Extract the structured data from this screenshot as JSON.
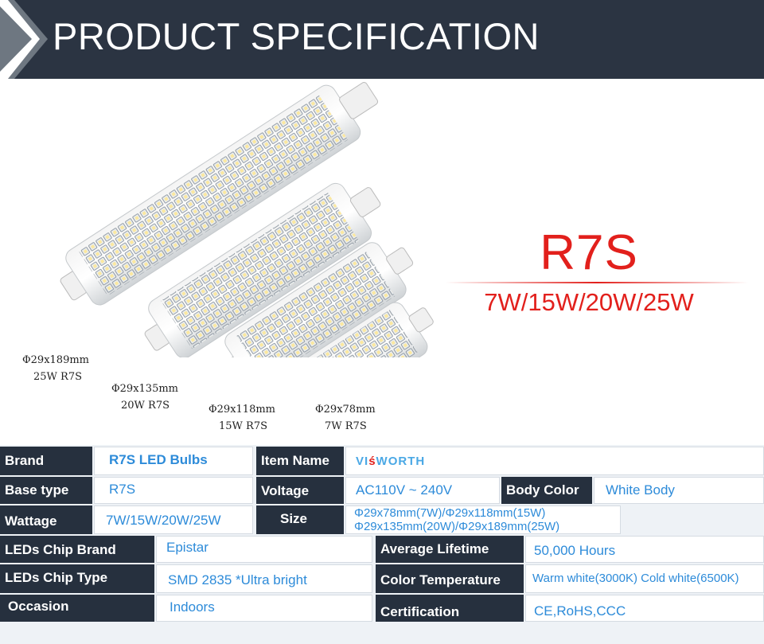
{
  "header": {
    "title": "PRODUCT SPECIFICATION"
  },
  "hero": {
    "model": "R7S",
    "wattages": "7W/15W/20W/25W"
  },
  "bulbs": [
    {
      "size": "Φ29x189mm",
      "spec": "25W R7S"
    },
    {
      "size": "Φ29x135mm",
      "spec": "20W R7S"
    },
    {
      "size": "Φ29x118mm",
      "spec": "15W R7S"
    },
    {
      "size": "Φ29x78mm",
      "spec": "7W R7S"
    }
  ],
  "spec": {
    "brand_label": "Brand",
    "brand_value": "R7S LED Bulbs",
    "item_name_label": "Item Name",
    "item_name_logo_a": "VI",
    "item_name_logo_b": "WORTH",
    "base_type_label": "Base type",
    "base_type_value": "R7S",
    "voltage_label": "Voltage",
    "voltage_value": "AC110V ~ 240V",
    "body_color_label": "Body Color",
    "body_color_value": "White Body",
    "wattage_label": "Wattage",
    "wattage_value": "7W/15W/20W/25W",
    "size_label": "Size",
    "size_value_1": "Φ29x78mm(7W)/Φ29x118mm(15W)",
    "size_value_2": "Φ29x135mm(20W)/Φ29x189mm(25W)",
    "chip_brand_label": "LEDs Chip Brand",
    "chip_brand_value": "Epistar",
    "lifetime_label": "Average Lifetime",
    "lifetime_value": "50,000 Hours",
    "chip_type_label": "LEDs Chip Type",
    "chip_type_value": "SMD 2835  *Ultra bright",
    "color_temp_label": "Color Temperature",
    "color_temp_value": "Warm white(3000K) Cold white(6500K)",
    "occasion_label": "Occasion",
    "occasion_value": "Indoors",
    "certification_label": "Certification",
    "certification_value": "CE,RoHS,CCC"
  },
  "colors": {
    "header_bg": "#2b3442",
    "accent_red": "#e2201c",
    "value_blue": "#2d8bd9",
    "label_bg": "#26303e"
  }
}
